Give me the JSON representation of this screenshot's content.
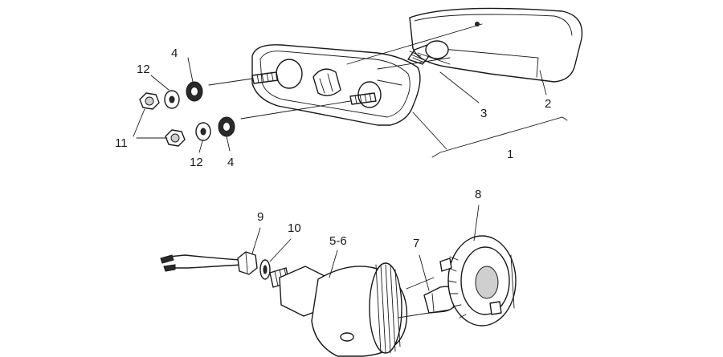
{
  "colors": {
    "line": "#1a1a1a",
    "background": "#ffffff"
  },
  "labels": {
    "tail_assembly": "1",
    "tail_lens": "2",
    "tail_bulb": "3",
    "lock_washer_upper": "4",
    "lock_washer_lower": "4",
    "nut": "11",
    "washer_upper": "12",
    "washer_lower": "12",
    "indicator_nut": "9",
    "indicator_washer": "10",
    "indicator_body": "5-6",
    "indicator_bulb": "7",
    "indicator_lens": "8"
  }
}
